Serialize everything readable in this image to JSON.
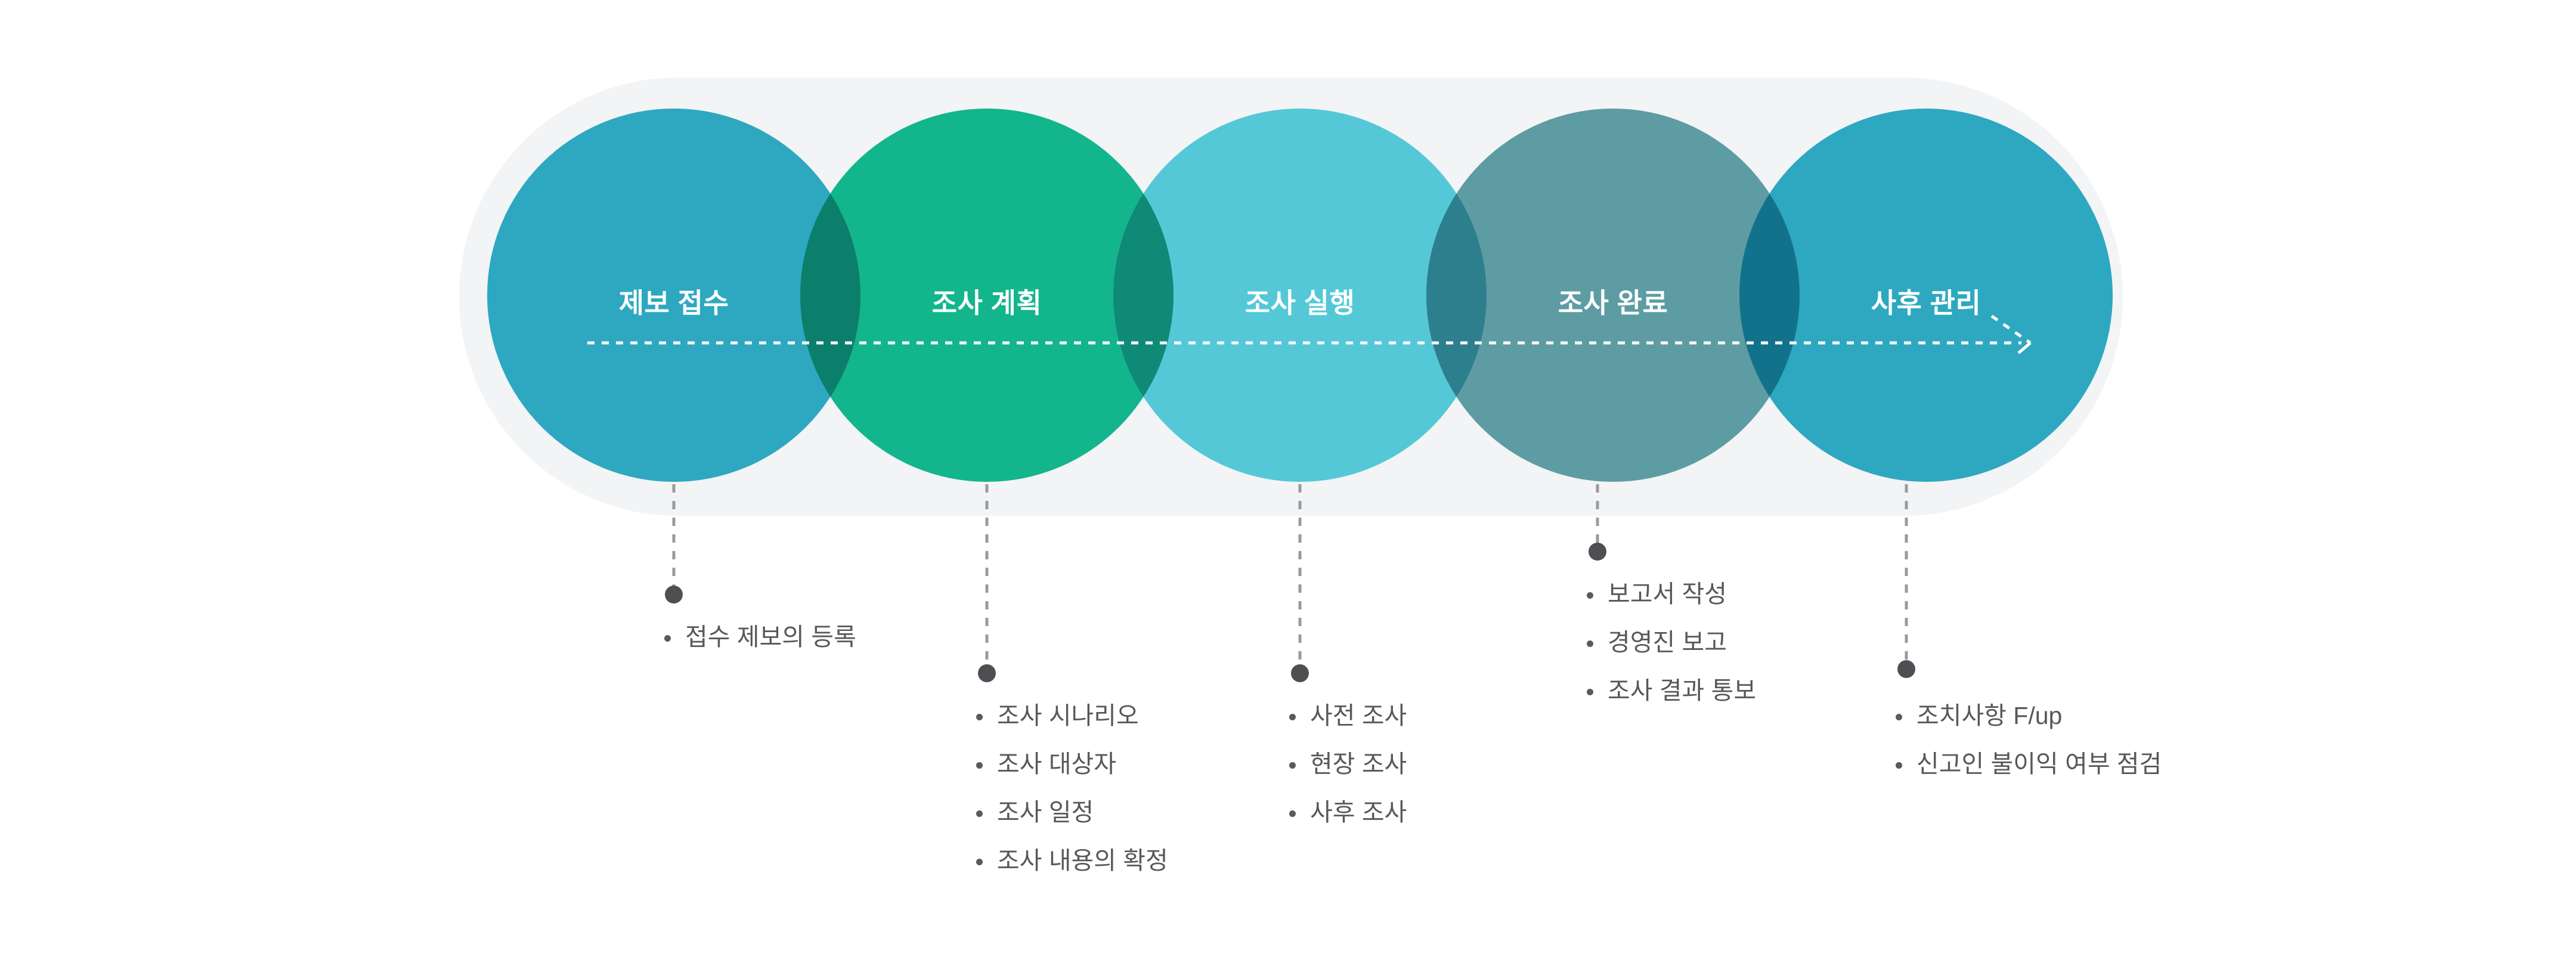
{
  "diagram": {
    "title": "",
    "colors": {
      "panel_background": "#f2f4f5",
      "page_background": "#ffffff",
      "connector_line": "#9a9a9e",
      "connector_dot": "#4f4f53",
      "bullet_text": "#58585b",
      "stage_label_text": "#ffffff",
      "flow_line": "#ffffff"
    },
    "stages": [
      {
        "id": "stage-1",
        "label": "제보 접수",
        "color": "#2ea8c0",
        "bullets": [
          "접수 제보의 등록"
        ]
      },
      {
        "id": "stage-2",
        "label": "조사 계획",
        "color": "#13b58c",
        "bullets": [
          "조사 시나리오",
          "조사 대상자",
          "조사 일정",
          "조사 내용의 확정"
        ]
      },
      {
        "id": "stage-3",
        "label": "조사 실행",
        "color": "#54c8d6",
        "bullets": [
          "사전 조사",
          "현장 조사",
          "사후 조사"
        ]
      },
      {
        "id": "stage-4",
        "label": "조사 완료",
        "color": "#5e9ca3",
        "bullets": [
          "보고서 작성",
          "경영진 보고",
          "조사 결과 통보"
        ]
      },
      {
        "id": "stage-5",
        "label": "사후 관리",
        "color": "#2ea8c0",
        "bullets": [
          "조치사항 F/up",
          "신고인 불이익 여부 점검"
        ]
      }
    ]
  }
}
